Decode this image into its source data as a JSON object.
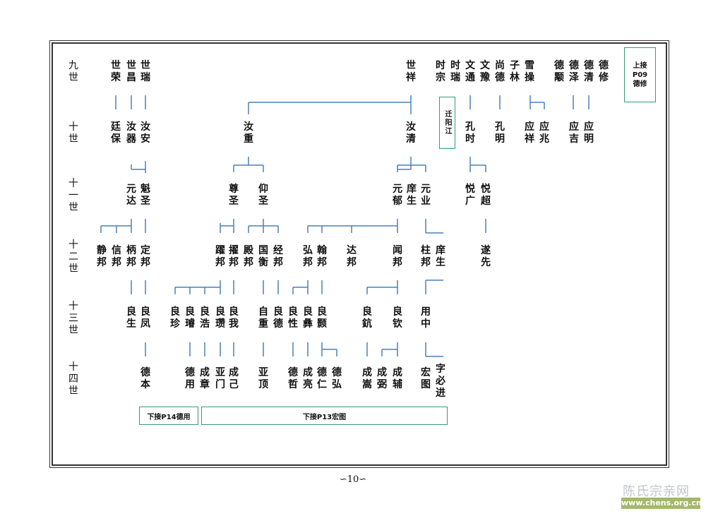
{
  "generations": [
    {
      "label": "九世"
    },
    {
      "label": "十世"
    },
    {
      "label": "十一世"
    },
    {
      "label": "十二世"
    },
    {
      "label": "十三世"
    },
    {
      "label": "十四世"
    }
  ],
  "persons": {
    "shirong": "世荣",
    "shichang": "世昌",
    "shirui": "世瑞",
    "shixiang": "世祥",
    "shizong": "时宗",
    "shirui2": "时瑞",
    "wentong": "文通",
    "wenyu": "文豫",
    "shangde": "尚德",
    "zilin": "子林",
    "xuecao": "雪操",
    "dedian": "德颙",
    "deze": "德泽",
    "deqing": "德清",
    "dexiu": "德修",
    "tingbao": "廷保",
    "ruqi": "汝器",
    "ruan": "汝安",
    "ruzhong": "汝重",
    "ruqing": "汝清",
    "kongshi": "孔时",
    "kongming": "孔明",
    "yingxiang": "应祥",
    "yingzhao": "应兆",
    "yingji": "应吉",
    "yingming": "应明",
    "yuanda": "元达",
    "kuisheng": "魁圣",
    "zunsheng": "尊圣",
    "yangsheng": "仰圣",
    "yuanyu": "元郁",
    "xiangsheng": "庠生",
    "yuanye": "元业",
    "yueguang": "悦广",
    "yuechao": "悦超",
    "jingbang": "静邦",
    "xinbang": "信邦",
    "bingbang": "柄邦",
    "dingbang": "定邦",
    "yaobang": "躍邦",
    "zhuobang": "擢邦",
    "dianbang": "殿邦",
    "guoheng": "国衡",
    "jingbang2": "经邦",
    "hongbang": "弘邦",
    "hanbang": "翰邦",
    "dabang": "达邦",
    "wenbang": "闻邦",
    "zhubang": "柱邦",
    "xiangsheng2": "庠生",
    "suixian": "遂先",
    "liangsheng": "良生",
    "liangfeng": "良凤",
    "liangzhen": "良珍",
    "liangjin": "良璿",
    "lianghao": "良浩",
    "liangzan": "良瓒",
    "liangwo": "良我",
    "zizhong": "自重",
    "liangde": "良德",
    "liangxing": "良性",
    "liangyi": "良彝",
    "liangyin": "良颢",
    "liangshu": "良鈧",
    "liangqin": "良钦",
    "yongzhong": "用中",
    "deben": "德本",
    "deyong": "德用",
    "chengzhang": "成章",
    "yamen": "亚门",
    "chengji": "成己",
    "yading": "亚顶",
    "dezhe": "德哲",
    "chengliang": "成亮",
    "deren": "德仁",
    "dehong": "德弘",
    "chengsong": "成嵩",
    "chengbi": "成弼",
    "chengfu": "成辅",
    "hongtu": "宏图",
    "zibijin": "字必进"
  },
  "boxes": {
    "qianyangjiang": "迁阳江",
    "shangjie": [
      "上接",
      "P09",
      "德修"
    ],
    "xiajie_p14": "下接P14德用",
    "xiajie_p13": "下接P13宏图"
  },
  "page_number": "∽10∽",
  "watermark": {
    "name": "陈氏宗亲网",
    "url": "www.chens.org.cn"
  }
}
